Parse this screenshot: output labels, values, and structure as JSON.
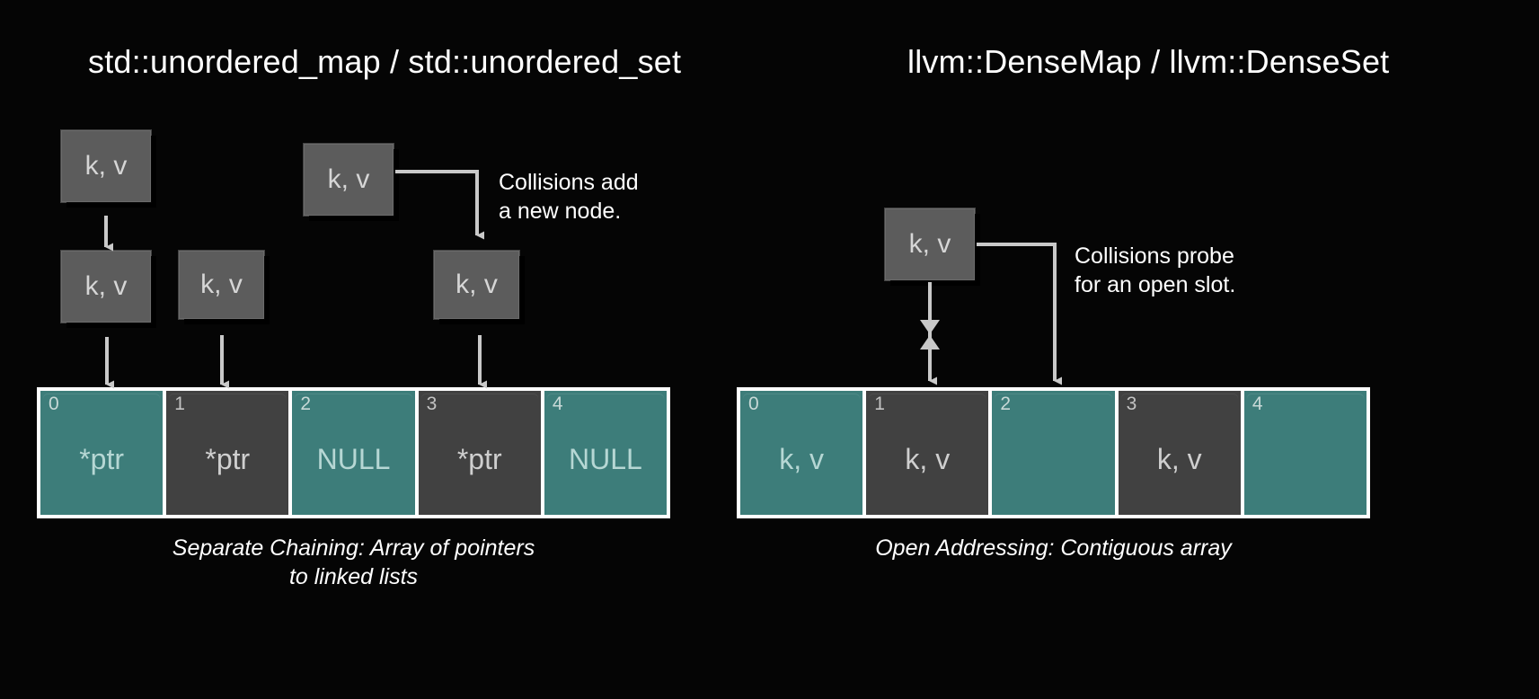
{
  "panels": {
    "left": {
      "title": "std::unordered_map / std::unordered_set",
      "caption": "Separate Chaining: Array of pointers\nto linked lists",
      "annotation": "Collisions add\na new node.",
      "nodes": [
        {
          "label": "k, v"
        },
        {
          "label": "k, v"
        },
        {
          "label": "k, v"
        },
        {
          "label": "k, v"
        },
        {
          "label": "k, v"
        }
      ],
      "array": {
        "cells": [
          {
            "index": "0",
            "value": "*ptr",
            "fill": "teal"
          },
          {
            "index": "1",
            "value": "*ptr",
            "fill": "gray"
          },
          {
            "index": "2",
            "value": "NULL",
            "fill": "teal"
          },
          {
            "index": "3",
            "value": "*ptr",
            "fill": "gray"
          },
          {
            "index": "4",
            "value": "NULL",
            "fill": "teal"
          }
        ]
      }
    },
    "right": {
      "title": "llvm::DenseMap / llvm::DenseSet",
      "caption": "Open Addressing: Contiguous array",
      "annotation": "Collisions probe\nfor an open slot.",
      "nodes": [
        {
          "label": "k, v"
        }
      ],
      "array": {
        "cells": [
          {
            "index": "0",
            "value": "k, v",
            "fill": "teal"
          },
          {
            "index": "1",
            "value": "k, v",
            "fill": "gray"
          },
          {
            "index": "2",
            "value": "",
            "fill": "teal"
          },
          {
            "index": "3",
            "value": "k, v",
            "fill": "gray"
          },
          {
            "index": "4",
            "value": "",
            "fill": "teal"
          }
        ]
      }
    }
  },
  "colors": {
    "background": "#050505",
    "teal": "#3d7d7a",
    "gray_cell": "#414141",
    "node_gray": "#5c5c5c",
    "frame_white": "#ffffff",
    "wire": "#c9c9c9"
  },
  "icons": {
    "arrow_up": "arrow-up-icon",
    "arrow_down": "arrow-down-icon",
    "blocked_marker": "blocked-slot-icon"
  }
}
